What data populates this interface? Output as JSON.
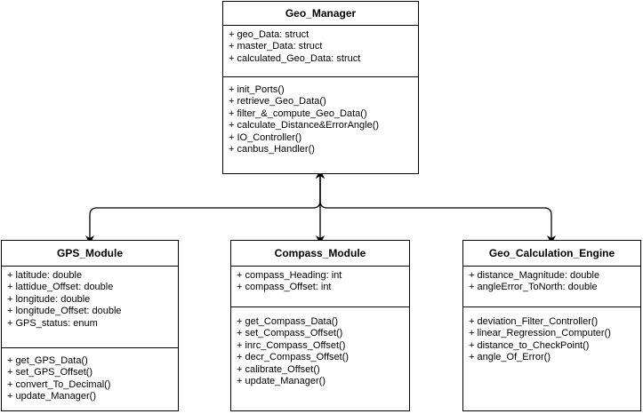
{
  "classes": {
    "geo_manager": {
      "name": "Geo_Manager",
      "attributes": [
        "+ geo_Data: struct",
        "+ master_Data: struct",
        "+ calculated_Geo_Data: struct"
      ],
      "methods": [
        "+ init_Ports()",
        "+ retrieve_Geo_Data()",
        "+ filter_&_compute_Geo_Data()",
        "+ calculate_Distance&ErrorAngle()",
        "+ IO_Controller()",
        "+ canbus_Handler()"
      ]
    },
    "gps_module": {
      "name": "GPS_Module",
      "attributes": [
        "+ latitude: double",
        "+ lattidue_Offset: double",
        "+ longitude: double",
        "+ longitude_Offset: double",
        "+ GPS_status: enum"
      ],
      "methods": [
        "+ get_GPS_Data()",
        "+ set_GPS_Offset()",
        "+ convert_To_Decimal()",
        "+ update_Manager()"
      ]
    },
    "compass_module": {
      "name": "Compass_Module",
      "attributes": [
        "+ compass_Heading: int",
        "+ compass_Offset: int"
      ],
      "methods": [
        "+ get_Compass_Data()",
        "+ set_Compass_Offset()",
        "+ inrc_Compass_Offset()",
        "+ decr_Compass_Offset()",
        "+ calibrate_Offset()",
        "+ update_Manager()"
      ]
    },
    "geo_calculation_engine": {
      "name": "Geo_Calculation_Engine",
      "attributes": [
        "+ distance_Magnitude: double",
        "+ angleError_ToNorth: double"
      ],
      "methods": [
        "+ deviation_Filter_Controller()",
        "+ linear_Regression_Computer()",
        "+ distance_to_CheckPoint()",
        "+ angle_Of_Error()"
      ]
    }
  },
  "connections": [
    {
      "from": "gps_module",
      "to": "geo_manager"
    },
    {
      "from": "compass_module",
      "to": "geo_manager"
    },
    {
      "from": "geo_calculation_engine",
      "to": "geo_manager"
    }
  ]
}
